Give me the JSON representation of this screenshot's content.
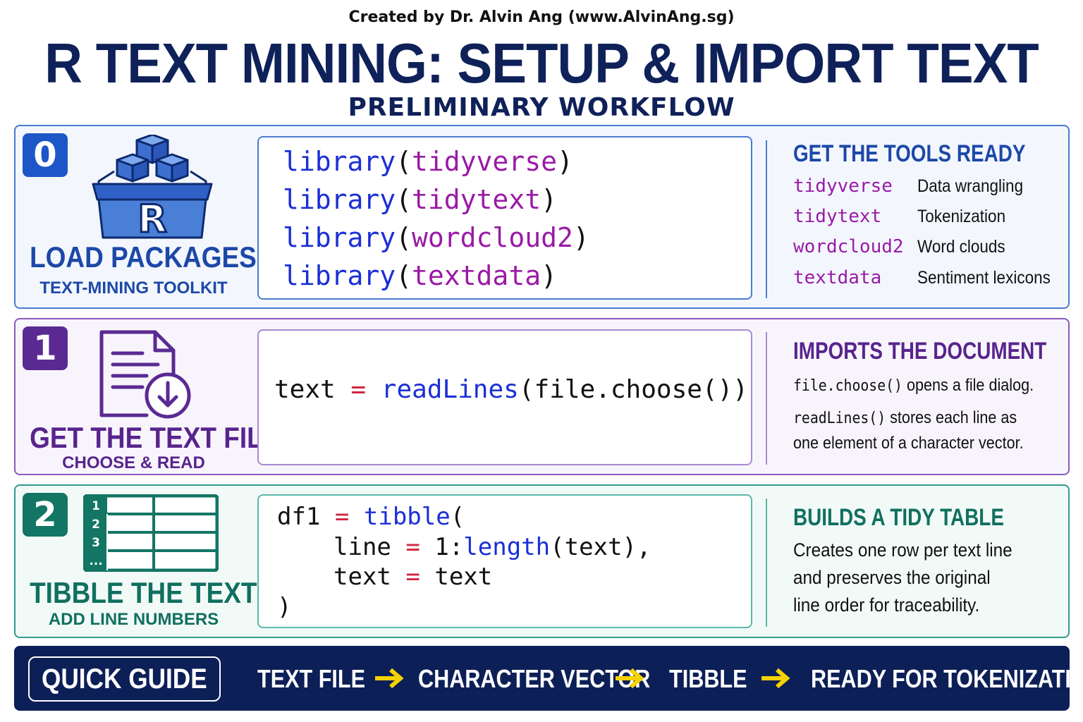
{
  "credit": "Created by Dr. Alvin Ang (www.AlvinAng.sg)",
  "title": "R TEXT MINING: SETUP & IMPORT TEXT",
  "subtitle": "PRELIMINARY WORKFLOW",
  "colors": {
    "navy": "#0f2159",
    "step0": "#1d56c6",
    "step1": "#5a2a92",
    "step2": "#137564",
    "keyword": "#1a2fd6",
    "package": "#9a1aa6",
    "operator": "#d0263f",
    "arrow": "#f5d200"
  },
  "sections": [
    {
      "number": "0",
      "icon": "package-box-icon",
      "icon_letter": "R",
      "title": "LOAD PACKAGES",
      "subtitle": "TEXT-MINING TOOLKIT",
      "code": [
        {
          "fn": "library",
          "open": "(",
          "arg": "tidyverse",
          "close": ")"
        },
        {
          "fn": "library",
          "open": "(",
          "arg": "tidytext",
          "close": ")"
        },
        {
          "fn": "library",
          "open": "(",
          "arg": "wordcloud2",
          "close": ")"
        },
        {
          "fn": "library",
          "open": "(",
          "arg": "textdata",
          "close": ")"
        }
      ],
      "heading": "GET THE TOOLS READY",
      "packages": [
        {
          "name": "tidyverse",
          "desc": "Data wrangling"
        },
        {
          "name": "tidytext",
          "desc": "Tokenization"
        },
        {
          "name": "wordcloud2",
          "desc": "Word clouds"
        },
        {
          "name": "textdata",
          "desc": "Sentiment lexicons"
        }
      ]
    },
    {
      "number": "1",
      "icon": "document-download-icon",
      "title": "GET THE TEXT FILE",
      "subtitle": "CHOOSE & READ",
      "code": {
        "var": "text",
        "eq": "=",
        "fn": "readLines",
        "rest": "(file.choose())"
      },
      "heading": "IMPORTS THE DOCUMENT",
      "lines": [
        {
          "code": "file.choose()",
          "text": " opens a file dialog."
        },
        {
          "code": "readLines()",
          "text": " stores each line as"
        },
        {
          "code": "",
          "text": "one element of a character vector."
        }
      ]
    },
    {
      "number": "2",
      "icon": "table-icon",
      "table_rows": [
        "1",
        "2",
        "3",
        "..."
      ],
      "title": "TIBBLE THE TEXT",
      "subtitle": "ADD LINE NUMBERS",
      "code": {
        "l1_var": "df1",
        "l1_eq": "=",
        "l1_fn": "tibble",
        "l1_open": "(",
        "l2_var": "line",
        "l2_eq": "=",
        "l2_num": "1:",
        "l2_fn": "length",
        "l2_rest": "(text),",
        "l3_var": "text",
        "l3_eq": "=",
        "l3_val": "text",
        "l4": ")"
      },
      "heading": "BUILDS A TIDY TABLE",
      "lines": [
        "Creates one row per text line",
        "and preserves the original",
        "line order for traceability."
      ]
    }
  ],
  "quick_guide": {
    "label": "QUICK GUIDE",
    "steps": [
      "TEXT FILE",
      "CHARACTER VECTOR",
      "TIBBLE",
      "READY FOR TOKENIZATION"
    ]
  }
}
